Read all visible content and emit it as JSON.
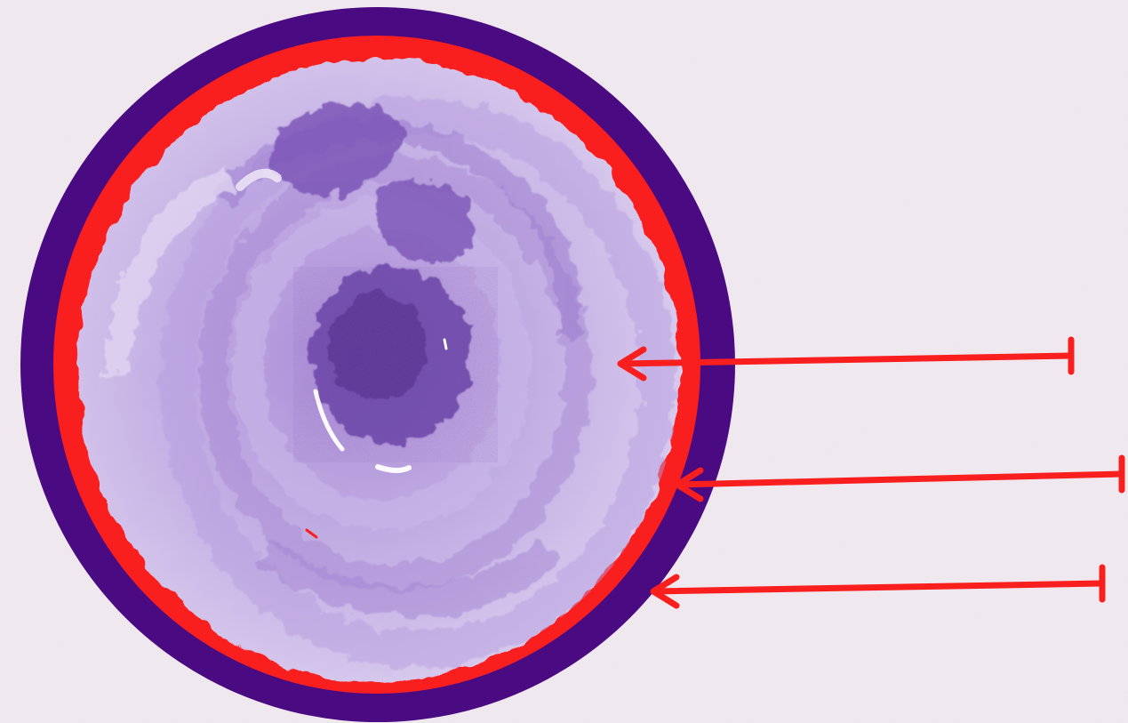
{
  "diagram": {
    "type": "labeled-layers-with-blank-callouts",
    "background": "watercolor-paper",
    "layers": [
      {
        "id": "outer-ring",
        "color": "#4a0a82"
      },
      {
        "id": "middle-ring",
        "color": "#fa1f1f"
      },
      {
        "id": "inner-core",
        "color": "#b59ad9"
      }
    ],
    "callouts": [
      {
        "id": "arrow-1",
        "points_to": "inner-core",
        "label": ""
      },
      {
        "id": "arrow-2",
        "points_to": "middle-ring",
        "label": ""
      },
      {
        "id": "arrow-3",
        "points_to": "outer-ring",
        "label": ""
      }
    ],
    "colors": {
      "paper": "#f1eaf0",
      "arrow": "#fa1f1f",
      "outer_ring": "#4a0a82",
      "middle_ring": "#fa1f1f",
      "core_light": "#d9c9ee",
      "core_mid": "#ab8ed6",
      "core_dark": "#6c47a8"
    }
  }
}
